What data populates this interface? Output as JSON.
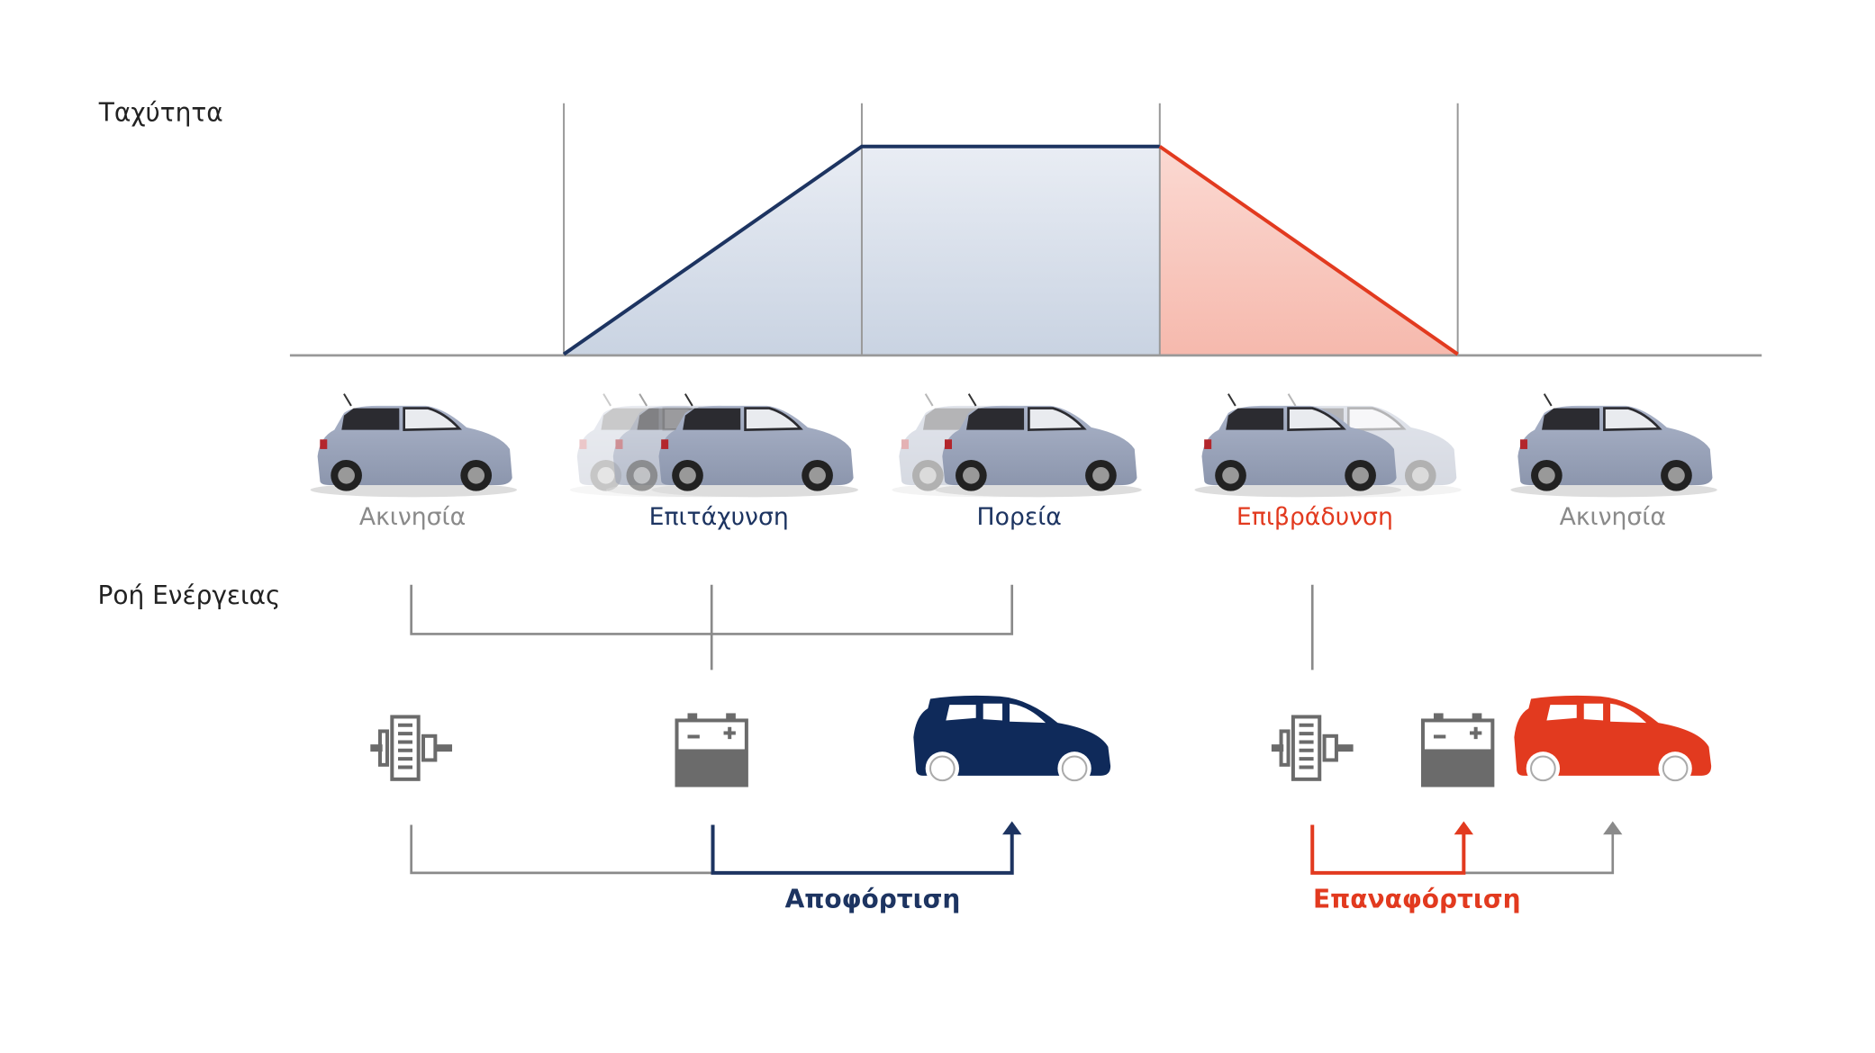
{
  "speed_section": {
    "title": "Ταχύτητα"
  },
  "phases": [
    {
      "label": "Ακινησία",
      "color": "#8a8a8a"
    },
    {
      "label": "Επιτάχυνση",
      "color": "#1d3461"
    },
    {
      "label": "Πορεία",
      "color": "#1d3461"
    },
    {
      "label": "Επιβράδυνση",
      "color": "#e23a1f"
    },
    {
      "label": "Ακινησία",
      "color": "#8a8a8a"
    }
  ],
  "energy_section": {
    "title": "Ροή Ενέργειας"
  },
  "flows": {
    "discharge_label": "Αποφόρτιση",
    "recharge_label": "Επαναφόρτιση"
  },
  "icons": [
    "motor-icon",
    "battery-icon",
    "car-icon"
  ],
  "colors": {
    "navy": "#1d3461",
    "red": "#e23a1f",
    "gray": "#8a8a8a",
    "icon_gray": "#6b6b6b"
  }
}
